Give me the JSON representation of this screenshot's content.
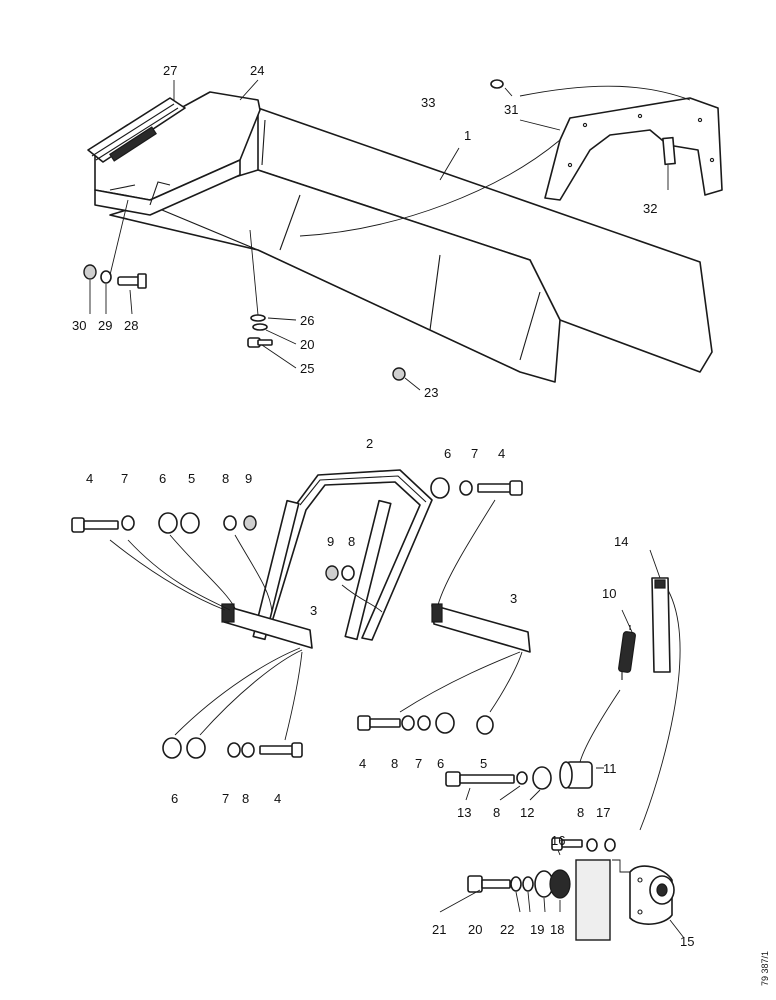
{
  "callouts": [
    {
      "id": "c1",
      "text": "1"
    },
    {
      "id": "c2",
      "text": "2"
    },
    {
      "id": "c3a",
      "text": "3"
    },
    {
      "id": "c3b",
      "text": "3"
    },
    {
      "id": "c4a",
      "text": "4"
    },
    {
      "id": "c4b",
      "text": "4"
    },
    {
      "id": "c4c",
      "text": "4"
    },
    {
      "id": "c4d",
      "text": "4"
    },
    {
      "id": "c5a",
      "text": "5"
    },
    {
      "id": "c5b",
      "text": "5"
    },
    {
      "id": "c6a",
      "text": "6"
    },
    {
      "id": "c6b",
      "text": "6"
    },
    {
      "id": "c6c",
      "text": "6"
    },
    {
      "id": "c6d",
      "text": "6"
    },
    {
      "id": "c7a",
      "text": "7"
    },
    {
      "id": "c7b",
      "text": "7"
    },
    {
      "id": "c7c",
      "text": "7"
    },
    {
      "id": "c7d",
      "text": "7"
    },
    {
      "id": "c8a",
      "text": "8"
    },
    {
      "id": "c8b",
      "text": "8"
    },
    {
      "id": "c8c",
      "text": "8"
    },
    {
      "id": "c8d",
      "text": "8"
    },
    {
      "id": "c8e",
      "text": "8"
    },
    {
      "id": "c8f",
      "text": "8"
    },
    {
      "id": "c9a",
      "text": "9"
    },
    {
      "id": "c9b",
      "text": "9"
    },
    {
      "id": "c10",
      "text": "10"
    },
    {
      "id": "c11",
      "text": "11"
    },
    {
      "id": "c12",
      "text": "12"
    },
    {
      "id": "c13",
      "text": "13"
    },
    {
      "id": "c14",
      "text": "14"
    },
    {
      "id": "c15",
      "text": "15"
    },
    {
      "id": "c16",
      "text": "16"
    },
    {
      "id": "c17",
      "text": "17"
    },
    {
      "id": "c18",
      "text": "18"
    },
    {
      "id": "c19",
      "text": "19"
    },
    {
      "id": "c20a",
      "text": "20"
    },
    {
      "id": "c20b",
      "text": "20"
    },
    {
      "id": "c21",
      "text": "21"
    },
    {
      "id": "c22",
      "text": "22"
    },
    {
      "id": "c23",
      "text": "23"
    },
    {
      "id": "c24",
      "text": "24"
    },
    {
      "id": "c25",
      "text": "25"
    },
    {
      "id": "c26",
      "text": "26"
    },
    {
      "id": "c27",
      "text": "27"
    },
    {
      "id": "c28",
      "text": "28"
    },
    {
      "id": "c29",
      "text": "29"
    },
    {
      "id": "c30",
      "text": "30"
    },
    {
      "id": "c31",
      "text": "31"
    },
    {
      "id": "c32",
      "text": "32"
    },
    {
      "id": "c33",
      "text": "33"
    }
  ],
  "reference_code": "79 387/1"
}
